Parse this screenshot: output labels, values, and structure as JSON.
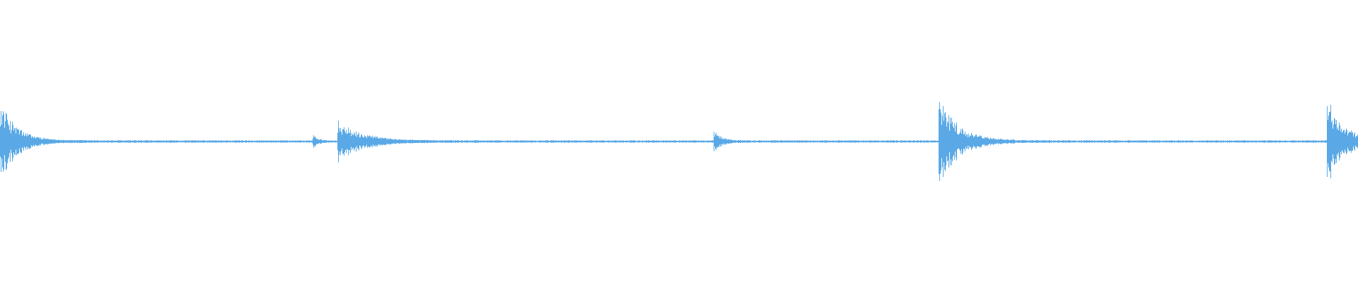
{
  "waveform": {
    "color": "#5aa9e6",
    "baseline_amplitude": 0.03,
    "transients": [
      {
        "time": 0.0,
        "amplitude": 0.95,
        "decay": 0.012
      },
      {
        "time": 0.231,
        "amplitude": 0.14,
        "decay": 0.003
      },
      {
        "time": 0.249,
        "amplitude": 0.48,
        "decay": 0.018
      },
      {
        "time": 0.526,
        "amplitude": 0.22,
        "decay": 0.006
      },
      {
        "time": 0.692,
        "amplitude": 1.0,
        "decay": 0.014
      },
      {
        "time": 0.978,
        "amplitude": 1.0,
        "decay": 0.012
      }
    ]
  }
}
